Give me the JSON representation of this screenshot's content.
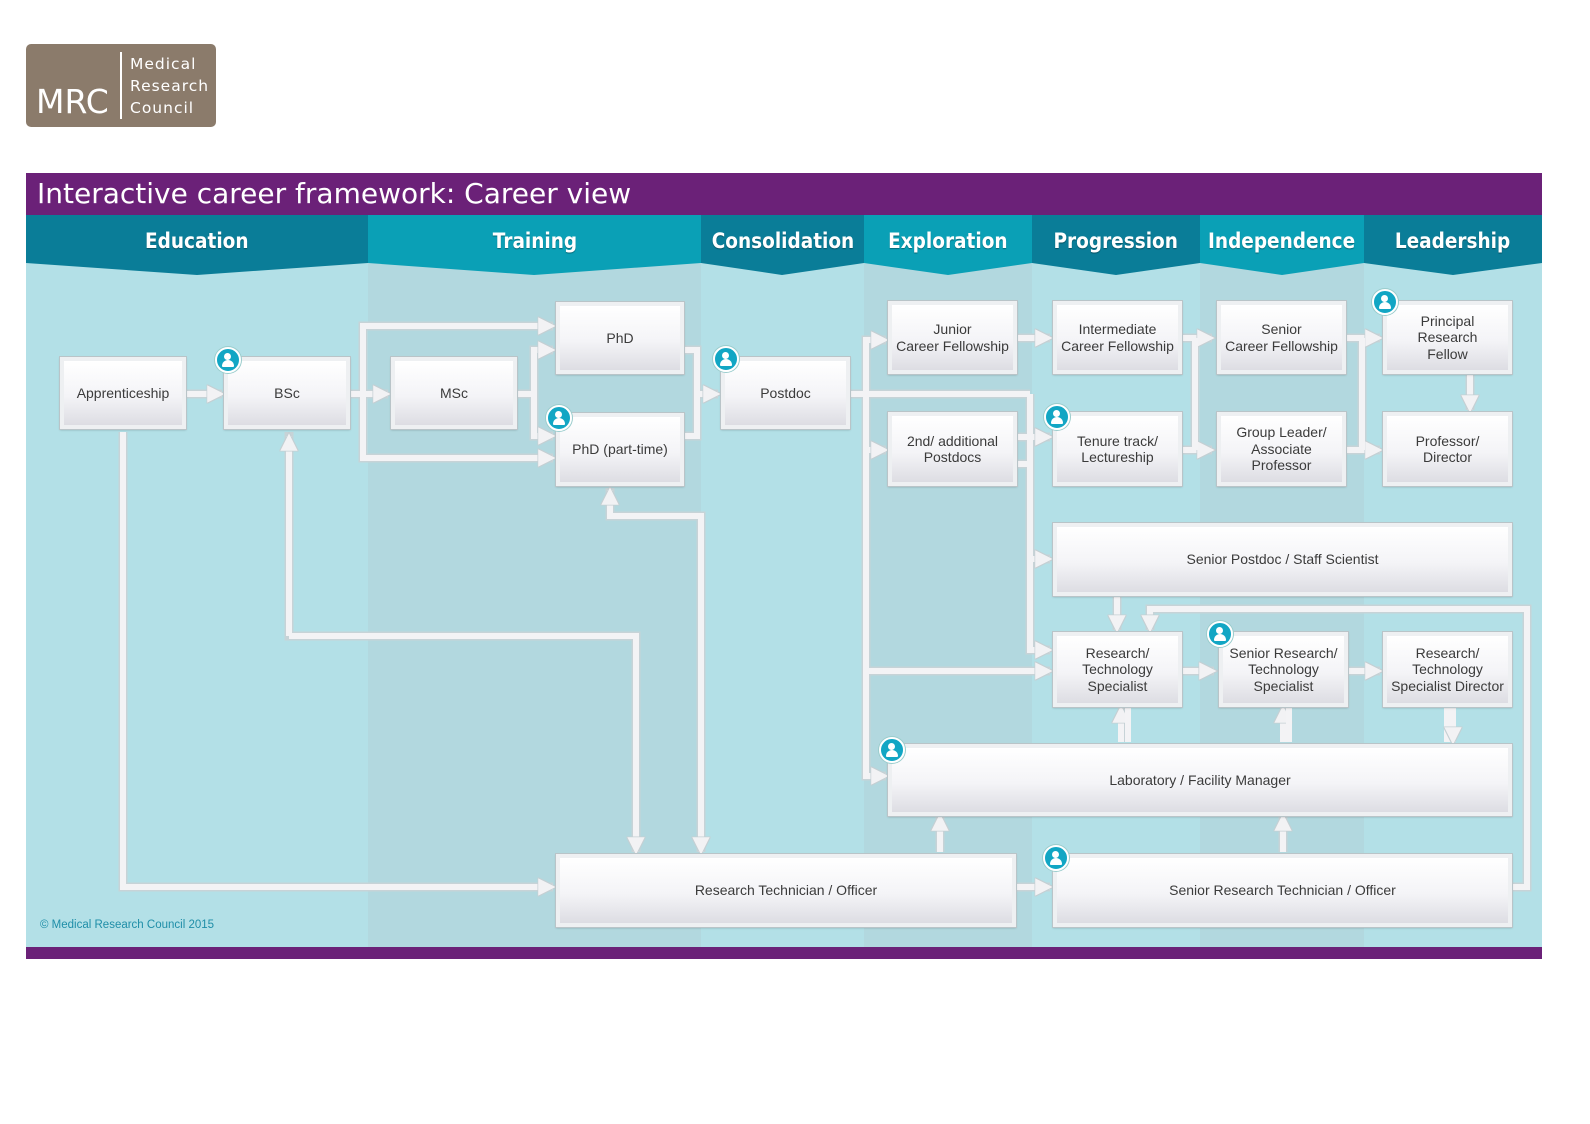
{
  "logo": {
    "abbr": "MRC",
    "line1": "Medical",
    "line2": "Research",
    "line3": "Council"
  },
  "title": "Interactive career framework: Career view",
  "stages": [
    "Education",
    "Training",
    "Consolidation",
    "Exploration",
    "Progression",
    "Independence",
    "Leadership"
  ],
  "nodes": {
    "apprenticeship": "Apprenticeship",
    "bsc": "BSc",
    "msc": "MSc",
    "phd": "PhD",
    "phd_pt": "PhD (part-time)",
    "postdoc": "Postdoc",
    "junior_fellowship": "Junior\nCareer Fellowship",
    "additional_postdocs": "2nd/ additional\nPostdocs",
    "intermediate_fellowship": "Intermediate\nCareer Fellowship",
    "tenure_track": "Tenure track/\nLectureship",
    "senior_fellowship": "Senior\nCareer Fellowship",
    "group_leader": "Group Leader/\nAssociate\nProfessor",
    "principal_fellow": "Principal\nResearch\nFellow",
    "professor": "Professor/\nDirector",
    "senior_postdoc": "Senior Postdoc / Staff Scientist",
    "rt_specialist": "Research/\nTechnology\nSpecialist",
    "senior_rt_specialist": "Senior Research/\nTechnology\nSpecialist",
    "rt_director": "Research/\nTechnology\nSpecialist Director",
    "lab_manager": "Laboratory / Facility Manager",
    "technician": "Research Technician / Officer",
    "senior_technician": "Senior Research Technician / Officer"
  },
  "copyright": "© Medical Research Council 2015",
  "colors": {
    "purple": "#6b2178",
    "teal_dark": "#0a7d98",
    "teal": "#0aa0b6",
    "background": "#b3e0e7",
    "person_icon": "#12a6c4"
  }
}
